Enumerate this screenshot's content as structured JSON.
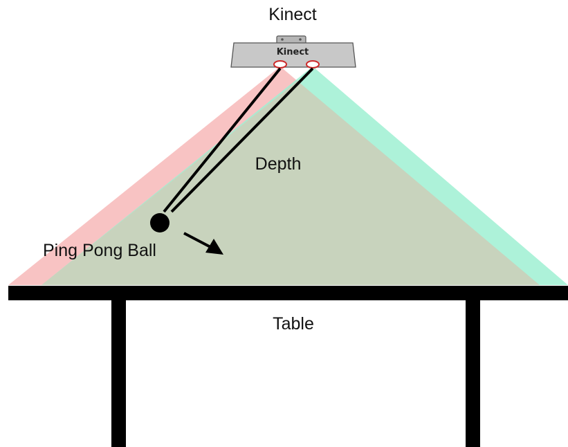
{
  "labels": {
    "kinect_title": "Kinect",
    "kinect_device": "Kinect",
    "depth": "Depth",
    "ball": "Ping Pong Ball",
    "table": "Table"
  },
  "colors": {
    "left_cone": "#f7b9b9",
    "right_cone": "#9ff0d2",
    "overlap": "#c8d3bd",
    "table": "#000000",
    "device_body": "#c8c8c8",
    "beam": "#000000",
    "ball": "#000000"
  },
  "icons": {
    "device": "kinect-sensor-icon",
    "ball": "ping-pong-ball-icon",
    "motion": "motion-arrow-icon"
  }
}
